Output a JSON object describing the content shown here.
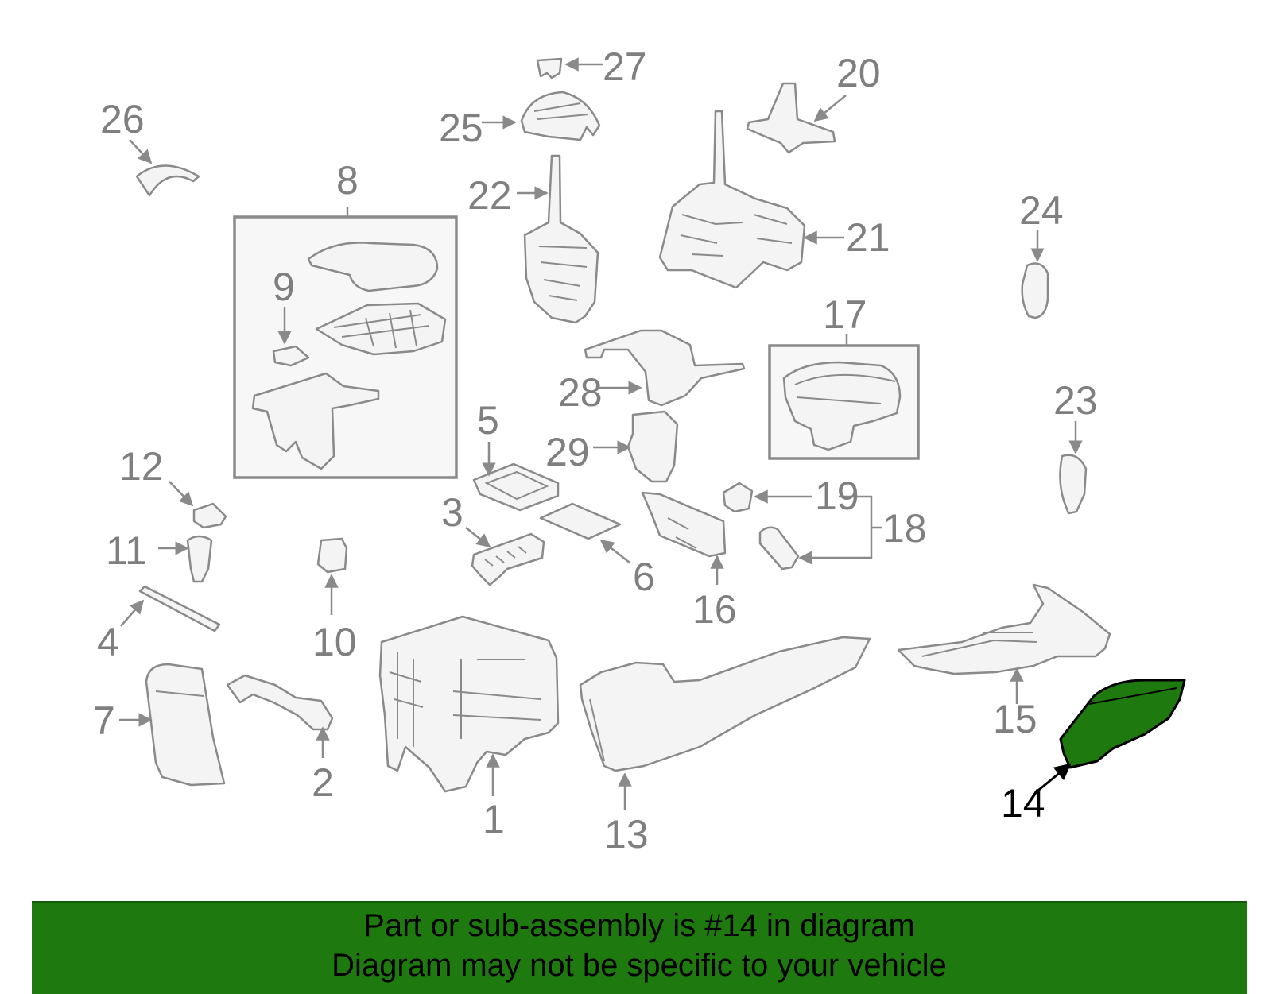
{
  "diagram": {
    "selected_part": "14",
    "selected_fill": "#1e7a0e",
    "line_color": "#8a8a8a",
    "callouts": [
      "1",
      "2",
      "3",
      "4",
      "5",
      "6",
      "7",
      "8",
      "9",
      "10",
      "11",
      "12",
      "13",
      "14",
      "15",
      "16",
      "17",
      "18",
      "19",
      "20",
      "21",
      "22",
      "23",
      "24",
      "25",
      "26",
      "27",
      "28",
      "29"
    ]
  },
  "banner": {
    "line1": "Part or sub-assembly is #14 in diagram",
    "line2": "Diagram may not be specific to your vehicle",
    "background": "#1e7a0e"
  }
}
